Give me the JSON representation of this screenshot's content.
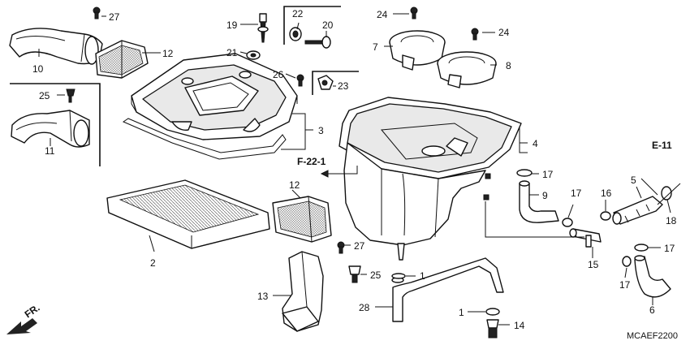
{
  "diagram": {
    "callouts": {
      "c27a": "27",
      "c12a": "12",
      "c10": "10",
      "c25a": "25",
      "c11": "11",
      "c19": "19",
      "c21": "21",
      "c22": "22",
      "c20": "20",
      "c26": "26",
      "c23": "23",
      "c24a": "24",
      "c24b": "24",
      "c7": "7",
      "c8": "8",
      "c3": "3",
      "c4": "4",
      "c5": "5",
      "c18": "18",
      "c16": "16",
      "c17a": "17",
      "c17b": "17",
      "c17c": "17",
      "c17d": "17",
      "c9": "9",
      "c15": "15",
      "c6": "6",
      "c2": "2",
      "c12b": "12",
      "c27b": "27",
      "c25b": "25",
      "c13": "13",
      "c1a": "1",
      "c1b": "1",
      "c28": "28",
      "c14": "14"
    },
    "refs": {
      "f22": "F-22-1",
      "e11": "E-11"
    },
    "front_label": "FR.",
    "diagram_code": "MCAEF2200"
  }
}
